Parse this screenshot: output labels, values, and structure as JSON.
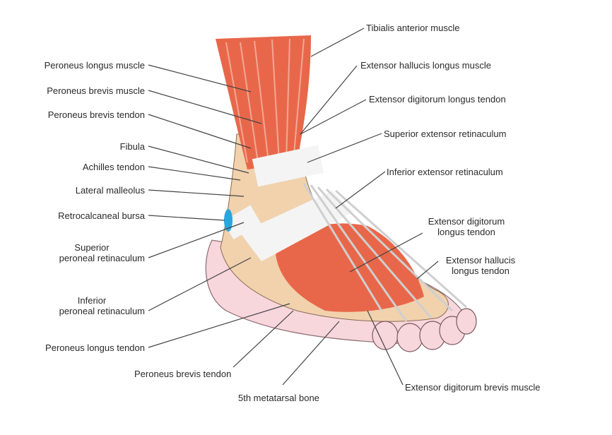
{
  "diagram": {
    "subject": "Lateral view of foot and ankle anatomy",
    "colors": {
      "muscle": "#e8674a",
      "muscle_light": "#f3a18a",
      "bone": "#f1d2ad",
      "skin": "#f7d6dc",
      "retinaculum": "#f4f4f4",
      "bursa": "#2aa6df",
      "line": "#444444"
    },
    "left_labels": [
      {
        "id": "peroneus-longus-muscle",
        "text": "Peroneus longus muscle"
      },
      {
        "id": "peroneus-brevis-muscle",
        "text": "Peroneus brevis muscle"
      },
      {
        "id": "peroneus-brevis-tendon-upper",
        "text": "Peroneus brevis tendon"
      },
      {
        "id": "fibula",
        "text": "Fibula"
      },
      {
        "id": "achilles-tendon",
        "text": "Achilles tendon"
      },
      {
        "id": "lateral-malleolus",
        "text": "Lateral malleolus"
      },
      {
        "id": "retrocalcaneal-bursa",
        "text": "Retrocalcaneal bursa"
      },
      {
        "id": "superior-peroneal-retinaculum",
        "line1": "Superior",
        "line2": "peroneal retinaculum"
      },
      {
        "id": "inferior-peroneal-retinaculum",
        "line1": "Inferior",
        "line2": "peroneal retinaculum"
      },
      {
        "id": "peroneus-longus-tendon",
        "text": "Peroneus longus tendon"
      }
    ],
    "bottom_labels": [
      {
        "id": "peroneus-brevis-tendon-lower",
        "text": "Peroneus brevis tendon"
      },
      {
        "id": "fifth-metatarsal-bone",
        "text": "5th metatarsal bone"
      }
    ],
    "right_labels": [
      {
        "id": "tibialis-anterior-muscle",
        "text": "Tibialis anterior muscle"
      },
      {
        "id": "extensor-hallucis-longus-muscle",
        "text": "Extensor hallucis longus muscle"
      },
      {
        "id": "extensor-digitorum-longus-tendon-upper",
        "text": "Extensor digitorum longus tendon"
      },
      {
        "id": "superior-extensor-retinaculum",
        "text": "Superior extensor retinaculum"
      },
      {
        "id": "inferior-extensor-retinaculum",
        "text": "Inferior extensor retinaculum"
      },
      {
        "id": "extensor-digitorum-longus-tendon-lower",
        "line1": "Extensor digitorum",
        "line2": "longus tendon"
      },
      {
        "id": "extensor-hallucis-longus-tendon",
        "line1": "Extensor hallucis",
        "line2": "longus tendon"
      },
      {
        "id": "extensor-digitorum-brevis-muscle",
        "text": "Extensor digitorum brevis muscle"
      }
    ]
  }
}
